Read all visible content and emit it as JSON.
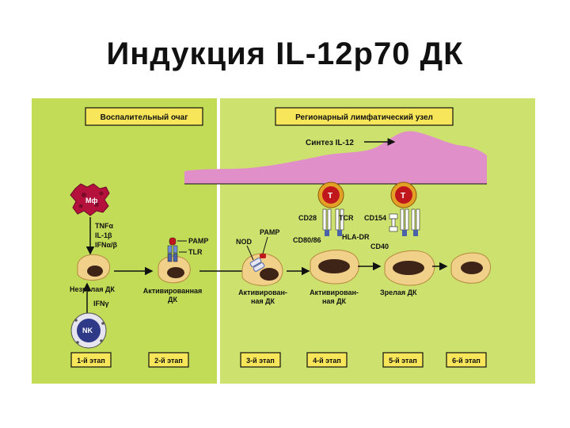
{
  "slide": {
    "title": "Индукция IL-12p70 ДК"
  },
  "figure": {
    "header_left": "Воспалительный очаг",
    "header_right": "Регионарный лимфатический узел",
    "synthesis_label": "Синтез IL-12",
    "cell_labels": {
      "mf": "Мф",
      "nk": "NK",
      "t1": "Т",
      "t2": "Т"
    },
    "cytokines": {
      "tnf": "TNFα",
      "il1": "IL-1β",
      "ifnab": "IFNα/β",
      "ifng": "IFNγ"
    },
    "molecules": {
      "pamp_1": "PAMP",
      "tlr": "TLR",
      "nod": "NOD",
      "pamp_2": "PAMP",
      "cd28": "CD28",
      "tcr": "TCR",
      "cd154": "CD154",
      "cd80_86": "CD80/86",
      "hla_dr": "HLA-DR",
      "cd40": "CD40"
    },
    "dc_labels": {
      "immature": "Незрелая ДК",
      "activated_1_line1": "Активированная",
      "activated_1_line2": "ДК",
      "activated_2_line1": "Активирован-",
      "activated_2_line2": "ная ДК",
      "activated_3_line1": "Активирован-",
      "activated_3_line2": "ная ДК",
      "mature": "Зрелая ДК"
    },
    "stages": [
      "1-й этап",
      "2-й этап",
      "3-й этап",
      "4-й этап",
      "5-й этап",
      "6-й этап"
    ],
    "colors": {
      "panel_left": "#c2dc58",
      "panel_right": "#cde26e",
      "label_box": "#f7e65a",
      "il12_curve": "#e08fc8",
      "dc_body": "#f1d08a",
      "dc_nucleus": "#3d2417",
      "t_cell_ring": "#e3a126",
      "t_cell_core": "#c0171d",
      "macrophage": "#b4123d",
      "nk_cell": "#2e3a88"
    }
  }
}
